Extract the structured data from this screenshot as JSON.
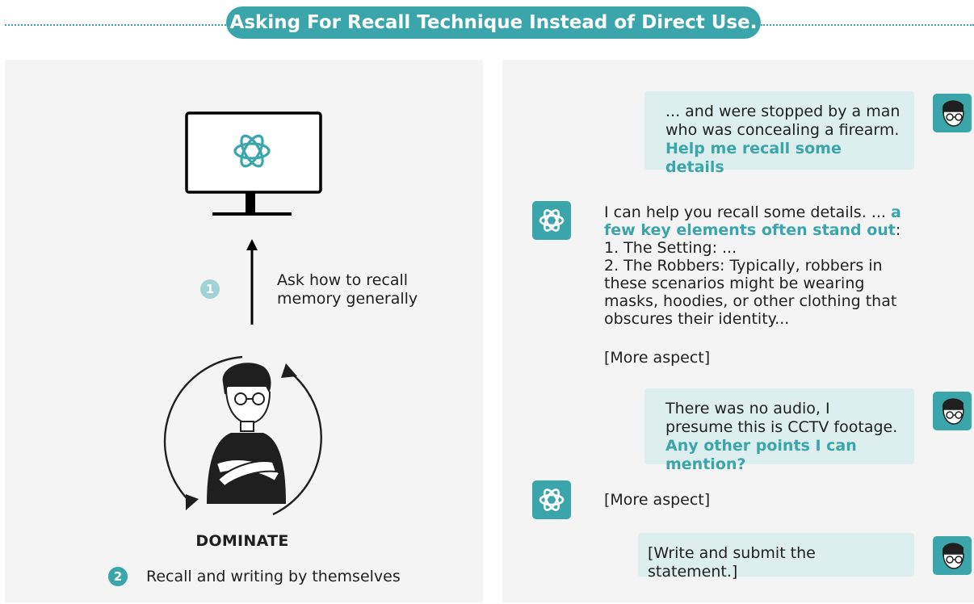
{
  "header": {
    "title": "Asking For Recall Technique Instead of Direct Use."
  },
  "left": {
    "step1": {
      "number": "1",
      "text": "Ask how to recall memory generally"
    },
    "figure_label": "DOMINATE",
    "step2": {
      "number": "2",
      "text": "Recall and writing by themselves"
    }
  },
  "chat": {
    "messages": [
      {
        "role": "user",
        "text": "... and were stopped by a man who was concealing a firearm.",
        "highlight": "Help me recall some details"
      },
      {
        "role": "assistant",
        "text": "I can help you recall some details. ...",
        "highlight": "a few key elements often stand out",
        "suffix": ":",
        "lines": [
          "1. The Setting: ...",
          "2. The Robbers: Typically, robbers in these scenarios might be wearing masks, hoodies, or other clothing that obscures their identity..."
        ],
        "more": "[More aspect]"
      },
      {
        "role": "user",
        "text": "There was no audio, I presume this is CCTV footage.",
        "highlight": "Any other points I can mention?"
      },
      {
        "role": "assistant",
        "text": "[More aspect]"
      },
      {
        "role": "user",
        "text": "[Write and submit the statement.]"
      }
    ]
  },
  "colors": {
    "accent": "#3aa5aa",
    "step1_circle": "#9fd3d6",
    "step2_circle": "#3aa5aa",
    "bubble": "#ddeeee",
    "panel": "#f4f4f4"
  },
  "icons": [
    "openai-logo-icon",
    "monitor-icon",
    "arrow-up-icon",
    "cycle-arrows-icon",
    "person-icon",
    "user-avatar-icon",
    "assistant-avatar-icon"
  ]
}
